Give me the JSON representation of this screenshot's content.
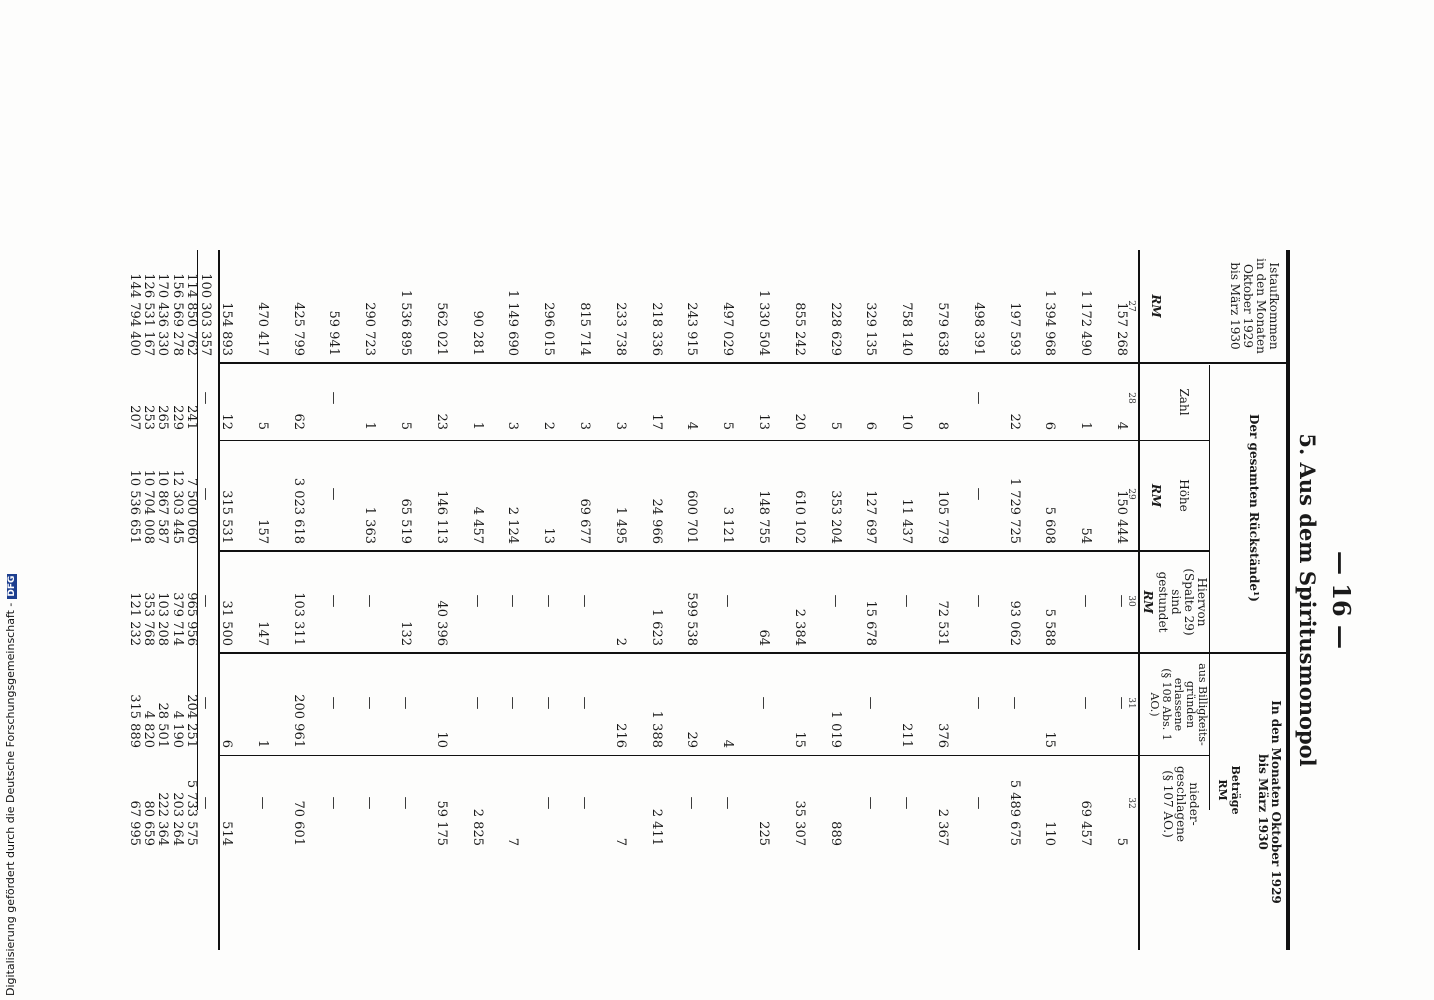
{
  "page": {
    "number": "— 16 —",
    "section_title": "5. Aus dem Spiritusmonopol"
  },
  "headers": {
    "col27": "Istaufkommen\nin den Monaten\nOktober 1929\nbis März 1930",
    "col27_unit": "RM",
    "group_rueckstaende": "Der gesamten Rückstände¹)",
    "col28": "Zahl",
    "col29": "Höhe",
    "col29_unit": "RM",
    "col30": "Hiervon\n(Spalte 29)\nsind\ngestundet",
    "col30_unit": "RM",
    "group_monate": "In den Monaten Oktober 1929\nbis März 1930",
    "col31": "aus Billigkeits-\ngründen\nerlassene\n(§ 108 Abs. 1\nAO.)",
    "col32": "nieder-\ngeschlagene\n(§ 107 AO.)",
    "group_betraege": "Beträge\nRM",
    "colnums": [
      "27",
      "28",
      "29",
      "30",
      "31",
      "32"
    ]
  },
  "rows": [
    [
      "157 268",
      "4",
      "150 444",
      "—",
      "—",
      "5"
    ],
    [
      "1 172 490",
      "1",
      "54",
      "—",
      "—",
      "69 457"
    ],
    [
      "1 394 968",
      "6",
      "5 608",
      "5 588",
      "15",
      "110"
    ],
    [
      "197 593",
      "22",
      "1 729 725",
      "93 062",
      "—",
      "5 489 675"
    ],
    [
      "498 391",
      "—",
      "—",
      "—",
      "—",
      "—"
    ],
    [
      "579 638",
      "8",
      "105 779",
      "72 531",
      "376",
      "2 367"
    ],
    [
      "758 140",
      "10",
      "11 437",
      "—",
      "211",
      "—"
    ],
    [
      "329 135",
      "6",
      "127 697",
      "15 678",
      "—",
      "—"
    ],
    [
      "228 629",
      "5",
      "353 204",
      "—",
      "1 019",
      "889"
    ],
    [
      "855 242",
      "20",
      "610 102",
      "2 384",
      "15",
      "35 307"
    ],
    [
      "1 330 504",
      "13",
      "148 755",
      "64",
      "—",
      "225"
    ],
    [
      "497 029",
      "5",
      "3 121",
      "—",
      "4",
      "—"
    ],
    [
      "243 915",
      "4",
      "600 701",
      "599 538",
      "29",
      "—"
    ],
    [
      "218 336",
      "17",
      "24 966",
      "1 623",
      "1 388",
      "2 411"
    ],
    [
      "233 738",
      "3",
      "1 495",
      "2",
      "216",
      "7"
    ],
    [
      "815 714",
      "3",
      "69 677",
      "—",
      "—",
      "—"
    ],
    [
      "296 015",
      "2",
      "13",
      "—",
      "—",
      "—"
    ],
    [
      "1 149 690",
      "3",
      "2 124",
      "—",
      "—",
      "7"
    ],
    [
      "90 281",
      "1",
      "4 457",
      "—",
      "—",
      "2 825"
    ],
    [
      "562 021",
      "23",
      "146 113",
      "40 396",
      "10",
      "59 175"
    ],
    [
      "1 536 895",
      "5",
      "65 519",
      "132",
      "—",
      "—"
    ],
    [
      "290 723",
      "1",
      "1 363",
      "—",
      "—",
      "—"
    ],
    [
      "59 941",
      "—",
      "—",
      "—",
      "—",
      "—"
    ],
    [
      "425 799",
      "62",
      "3 023 618",
      "103 311",
      "200 961",
      "70 601"
    ],
    [
      "470 417",
      "5",
      "157",
      "147",
      "1",
      "—"
    ],
    [
      "154 893",
      "12",
      "315 531",
      "31 500",
      "6",
      "514"
    ]
  ],
  "total_rows": [
    [
      "100 303 357",
      "—",
      "—",
      "—",
      "—",
      "—"
    ],
    [
      "114 850 762",
      "241",
      "7 500 060",
      "965 956",
      "204 251",
      "5 733 575"
    ],
    [
      "156 569 278",
      "229",
      "12 303 445",
      "379 714",
      "4 190",
      "203 264"
    ],
    [
      "170 436 330",
      "265",
      "10 867 587",
      "103 208",
      "28 501",
      "222 364"
    ],
    [
      "126 531 167",
      "253",
      "10 704 008",
      "353 768",
      "4 820",
      "80 659"
    ],
    [
      "144 794 400",
      "207",
      "10 536 651",
      "121 232",
      "315 889",
      "67 995"
    ]
  ],
  "credit": {
    "text": "Digitalisierung gefördert durch die Deutsche Forschungsgemeinschaft -",
    "logo": "DFG"
  }
}
